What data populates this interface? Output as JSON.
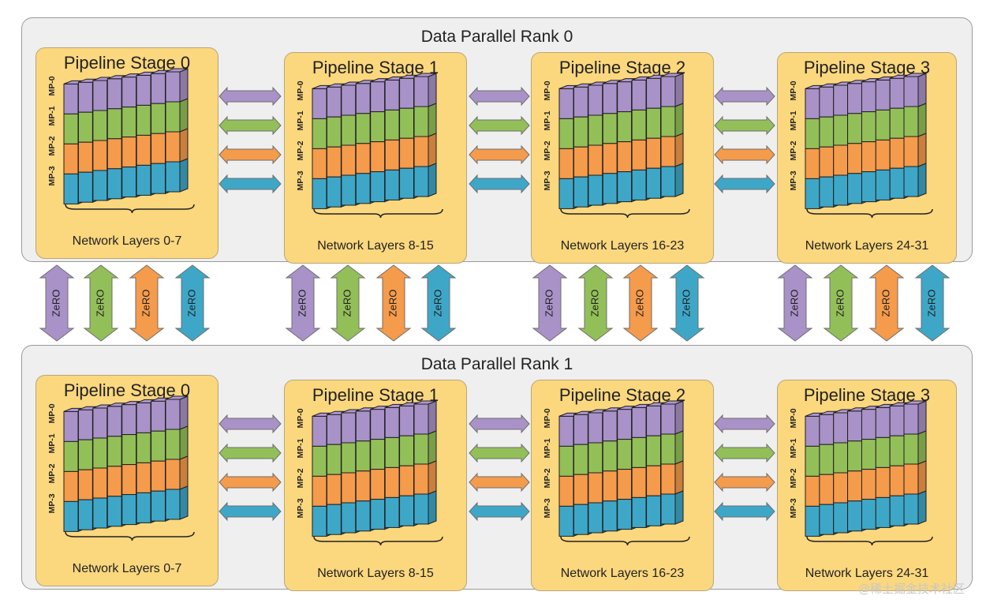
{
  "colors": {
    "mp0": "#a992c8",
    "mp1": "#93bf59",
    "mp2": "#f59b4c",
    "mp3": "#3ea7c8",
    "stage_bg": "#fbd77e",
    "rank_bg": "#efefef"
  },
  "ranks": [
    {
      "title": "Data Parallel Rank 0",
      "stages": [
        {
          "title": "Pipeline Stage 0",
          "layers": "Network Layers 0-7"
        },
        {
          "title": "Pipeline Stage 1",
          "layers": "Network Layers 8-15"
        },
        {
          "title": "Pipeline Stage 2",
          "layers": "Network Layers 16-23"
        },
        {
          "title": "Pipeline Stage 3",
          "layers": "Network Layers 24-31"
        }
      ]
    },
    {
      "title": "Data Parallel Rank 1",
      "stages": [
        {
          "title": "Pipeline Stage 0",
          "layers": "Network Layers 0-7"
        },
        {
          "title": "Pipeline Stage 1",
          "layers": "Network Layers 8-15"
        },
        {
          "title": "Pipeline Stage 2",
          "layers": "Network Layers 16-23"
        },
        {
          "title": "Pipeline Stage 3",
          "layers": "Network Layers 24-31"
        }
      ]
    }
  ],
  "mp_labels": [
    "MP-0",
    "MP-1",
    "MP-2",
    "MP-3"
  ],
  "zero_label": "ZeRO",
  "watermark": "@稀土掘金技术社区"
}
